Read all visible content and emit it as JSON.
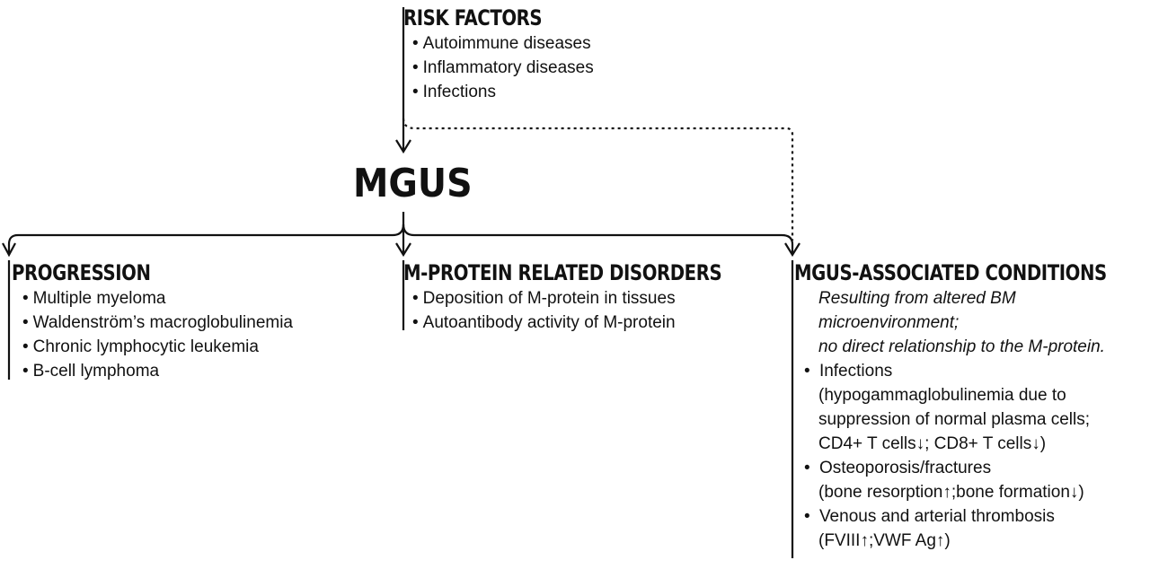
{
  "risk_factors": {
    "heading": "RISK FACTORS",
    "items": [
      "Autoimmune diseases",
      "Inflammatory diseases",
      "Infections"
    ]
  },
  "center": {
    "title": "MGUS"
  },
  "progression": {
    "heading": "PROGRESSION",
    "items": [
      "Multiple myeloma",
      "Waldenström’s macroglobulinemia",
      "Chronic lymphocytic leukemia",
      "B-cell lymphoma"
    ]
  },
  "m_protein": {
    "heading": "M-PROTEIN RELATED DISORDERS",
    "items": [
      "Deposition of M-protein in tissues",
      "Autoantibody activity of M-protein"
    ]
  },
  "associated": {
    "heading": "MGUS-ASSOCIATED CONDITIONS",
    "note_lines": [
      "Resulting from altered BM",
      "microenvironment;",
      "no direct  relationship to the M-protein."
    ],
    "items": [
      {
        "label": "Infections",
        "details": [
          "(hypogammaglobulinemia due to",
          "suppression of normal plasma cells;",
          "CD4+ T cells↓; CD8+ T cells↓)"
        ]
      },
      {
        "label": "Osteoporosis/fractures",
        "details": [
          "(bone resorption↑;bone formation↓)"
        ]
      },
      {
        "label": "Venous and arterial thrombosis",
        "details": [
          "(FVIII↑;VWF Ag↑)"
        ]
      }
    ]
  }
}
